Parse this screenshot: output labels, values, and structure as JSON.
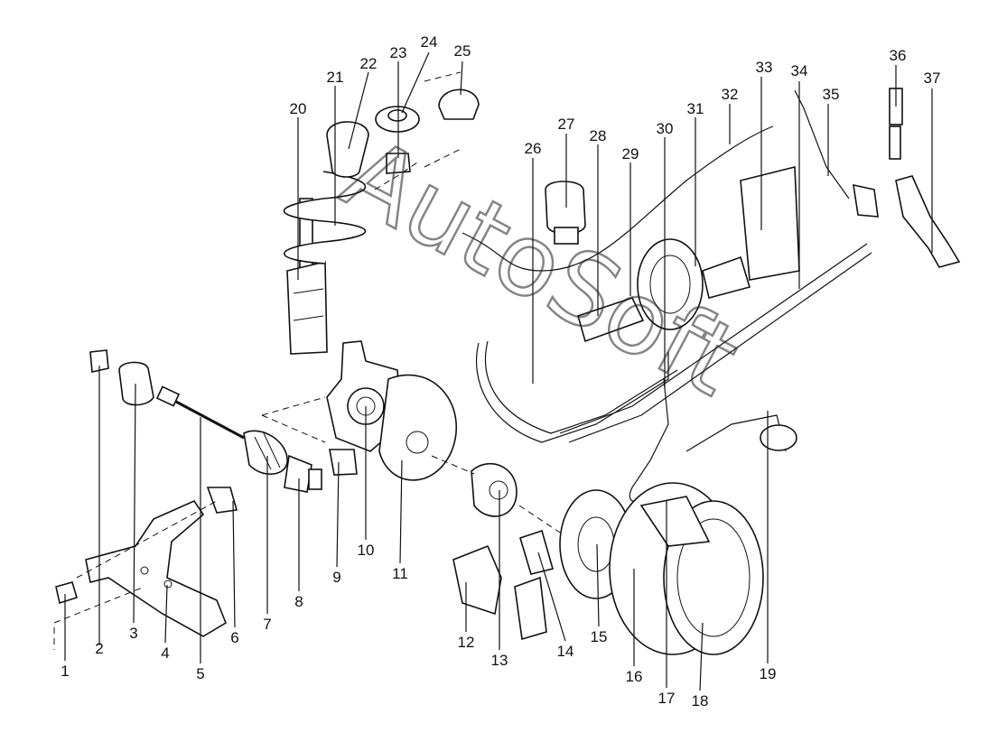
{
  "watermark": "AutoSoft",
  "callouts": [
    {
      "label": "1"
    },
    {
      "label": "2"
    },
    {
      "label": "3"
    },
    {
      "label": "4"
    },
    {
      "label": "5"
    },
    {
      "label": "6"
    },
    {
      "label": "7"
    },
    {
      "label": "8"
    },
    {
      "label": "9"
    },
    {
      "label": "10"
    },
    {
      "label": "11"
    },
    {
      "label": "12"
    },
    {
      "label": "13"
    },
    {
      "label": "14"
    },
    {
      "label": "15"
    },
    {
      "label": "16"
    },
    {
      "label": "17"
    },
    {
      "label": "18"
    },
    {
      "label": "19"
    },
    {
      "label": "20"
    },
    {
      "label": "21"
    },
    {
      "label": "22"
    },
    {
      "label": "23"
    },
    {
      "label": "24"
    },
    {
      "label": "25"
    },
    {
      "label": "26"
    },
    {
      "label": "27"
    },
    {
      "label": "28"
    },
    {
      "label": "29"
    },
    {
      "label": "30"
    },
    {
      "label": "31"
    },
    {
      "label": "32"
    },
    {
      "label": "33"
    },
    {
      "label": "34"
    },
    {
      "label": "35"
    },
    {
      "label": "36"
    },
    {
      "label": "37"
    }
  ]
}
